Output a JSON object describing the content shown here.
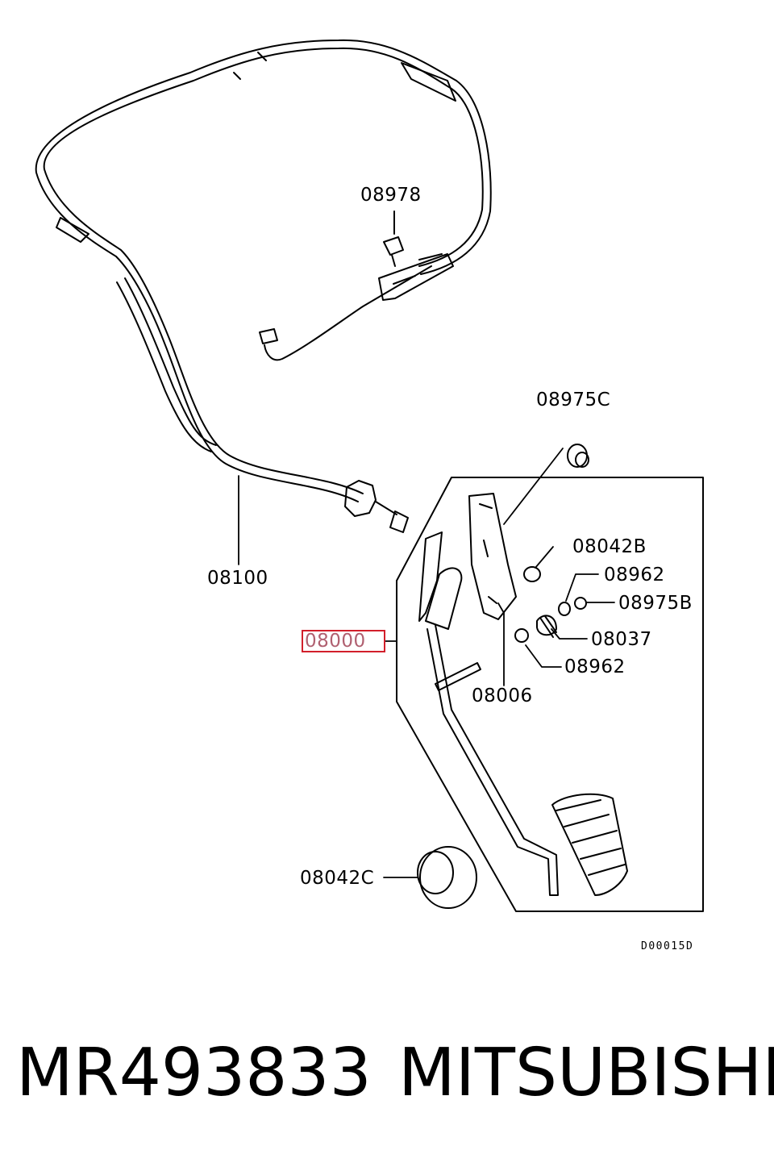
{
  "labels": {
    "p08978": "08978",
    "p08975C": "08975C",
    "p08042B": "08042B",
    "p08962a": "08962",
    "p08975B": "08975B",
    "p08037": "08037",
    "p08962b": "08962",
    "p08006": "08006",
    "p08100": "08100",
    "p08000": "08000",
    "p08042C": "08042C"
  },
  "diagram_code": "D00015D",
  "footer": {
    "part_number": "MR493833",
    "brand": "MITSUBISHI"
  },
  "highlight_color": "#d21f2b"
}
